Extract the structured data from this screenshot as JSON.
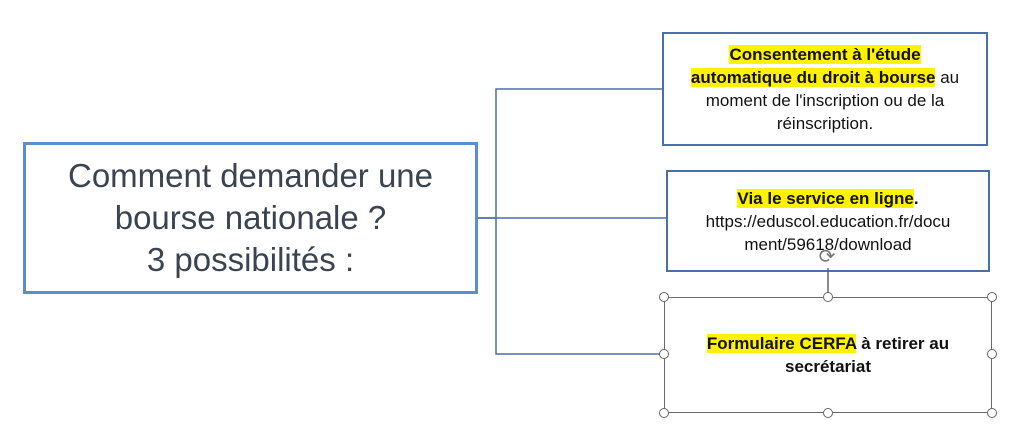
{
  "main": {
    "line1": "Comment demander une",
    "line2": "bourse nationale ?",
    "line3": "3 possibilités :"
  },
  "options": [
    {
      "highlight": "Consentement à l'étude automatique du droit à bourse",
      "rest": " au moment de l'inscription ou de la réinscription."
    },
    {
      "highlight": "Via le service en ligne",
      "bold_after": ".",
      "line2": "https://eduscol.education.fr/docu",
      "line3": "ment/59618/download"
    },
    {
      "highlight": "Formulaire CERFA",
      "rest_bold": " à retirer au secrétariat"
    }
  ],
  "colors": {
    "main_border": "#5b8fc9",
    "box_border": "#4b6fa8",
    "connector": "#4b6fa8",
    "highlight": "#fff200"
  },
  "icons": {
    "rotate": "rotate-handle-icon"
  }
}
